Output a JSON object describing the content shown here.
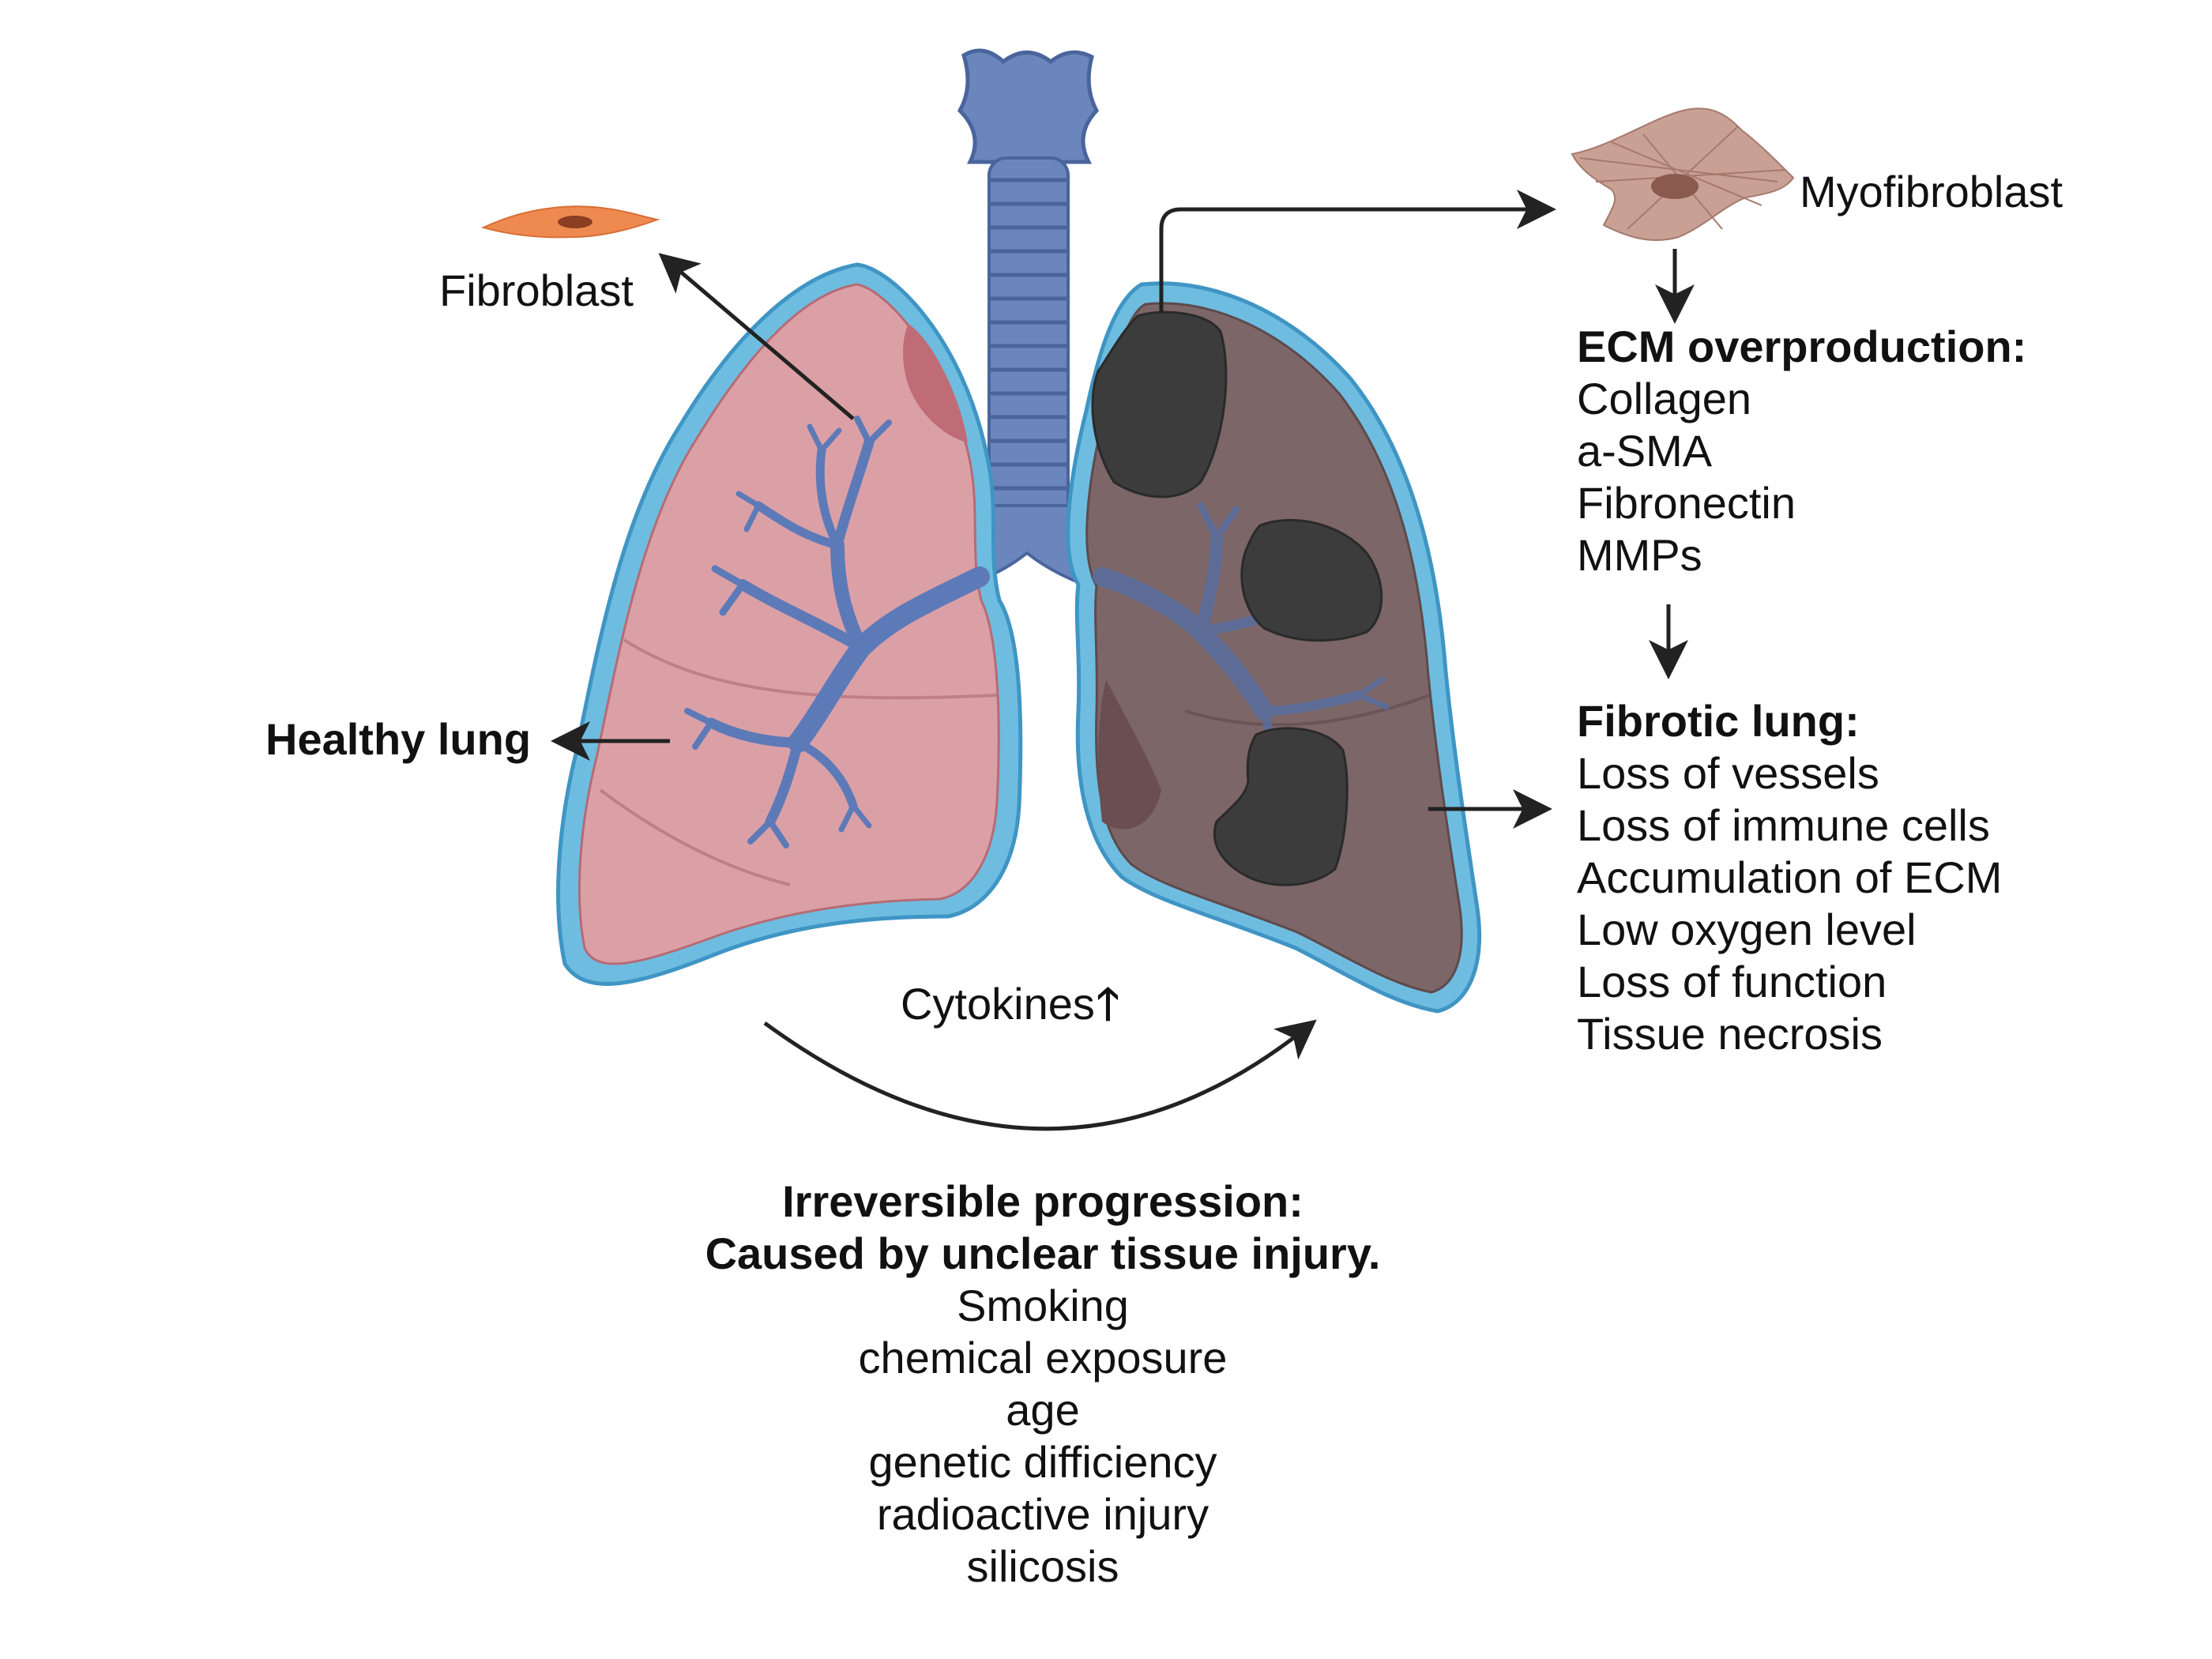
{
  "labels": {
    "fibroblast": "Fibroblast",
    "myofibroblast": "Myofibroblast",
    "healthy_lung": "Healthy lung",
    "cytokines": "Cytokines",
    "cytokines_arrow": "🡑"
  },
  "ecm": {
    "heading": "ECM overproduction:",
    "items": [
      "Collagen",
      "a-SMA",
      "Fibronectin",
      "MMPs"
    ]
  },
  "fibrotic": {
    "heading": "Fibrotic lung:",
    "items": [
      "Loss of vessels",
      "Loss of immune cells",
      "Accumulation of ECM",
      "Low oxygen level",
      "Loss of function",
      "Tissue necrosis"
    ]
  },
  "progression": {
    "heading_1": "Irreversible progression:",
    "heading_2": "Caused by unclear tissue injury.",
    "items": [
      "Smoking",
      "chemical exposure",
      "age",
      "genetic difficiency",
      "radioactive injury",
      "silicosis"
    ]
  },
  "colors": {
    "healthy_tissue": "#dba0a6",
    "fibrotic_tissue": "#7c6668",
    "pleura": "#6ebde0",
    "airway": "#6a86bd",
    "lesion": "#3c3c3c",
    "fibroblast": "#ee8a50",
    "myofibroblast": "#c9a094",
    "arrow": "#222222"
  }
}
